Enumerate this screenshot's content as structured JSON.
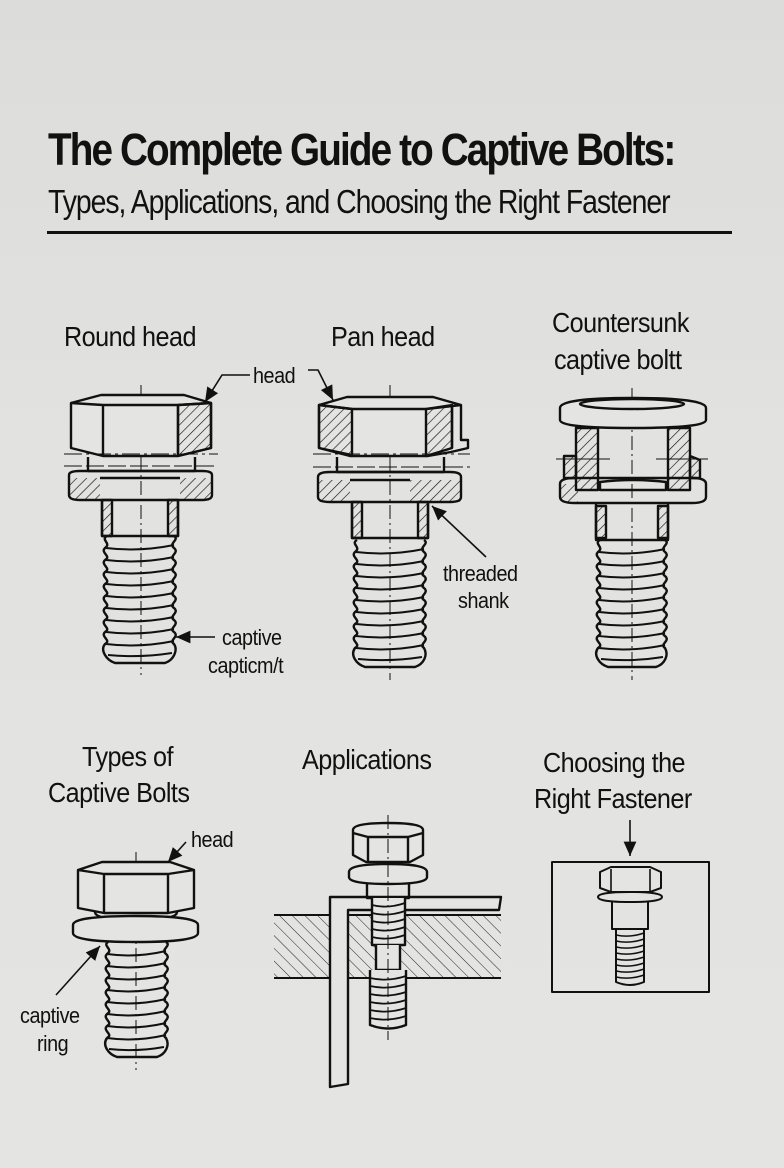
{
  "header": {
    "title": "The Complete Guide to Captive Bolts:",
    "subtitle": "Types, Applications, and Choosing the Right Fastener"
  },
  "top_row": [
    {
      "label": "Round head",
      "callouts": [
        "head",
        "captive",
        "capticm/t"
      ]
    },
    {
      "label": "Pan head",
      "callouts": [
        "threaded",
        "shank"
      ]
    },
    {
      "label_line1": "Countersunk",
      "label_line2": "captive boltt"
    }
  ],
  "bottom_row": [
    {
      "label_line1": "Types of",
      "label_line2": "Captive Bolts",
      "callouts": [
        "head",
        "captive",
        "ring"
      ]
    },
    {
      "label": "Applications"
    },
    {
      "label_line1": "Choosing the",
      "label_line2": "Right Fastener"
    }
  ],
  "colors": {
    "background": "#e0e0de",
    "ink": "#111111"
  }
}
